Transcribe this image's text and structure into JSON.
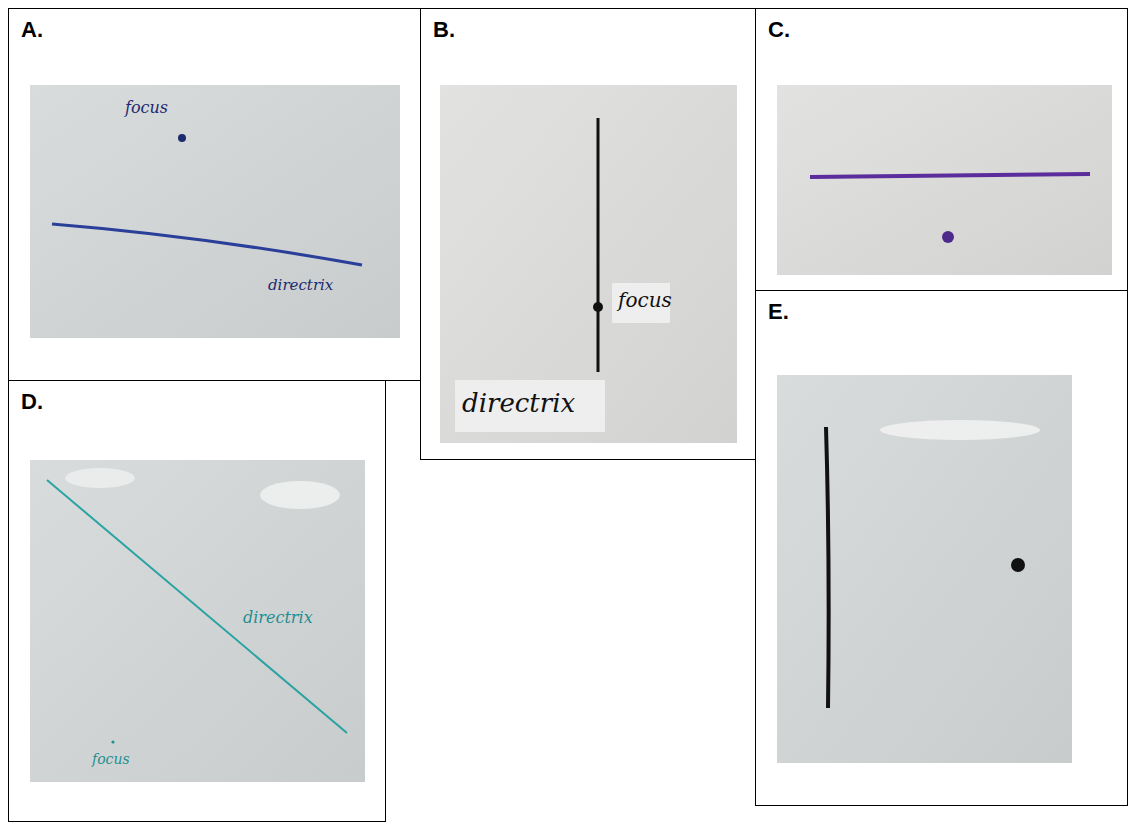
{
  "diagram": {
    "nodes": [
      {
        "text": [
          "A."
        ]
      },
      {
        "text": [
          "B."
        ]
      },
      {
        "text": [
          "C."
        ]
      },
      {
        "text": [
          "D."
        ]
      },
      {
        "text": [
          "E."
        ]
      }
    ],
    "labels": [
      "focus",
      "directrix",
      "focus",
      "directrix",
      "directrix",
      "focus"
    ]
  }
}
